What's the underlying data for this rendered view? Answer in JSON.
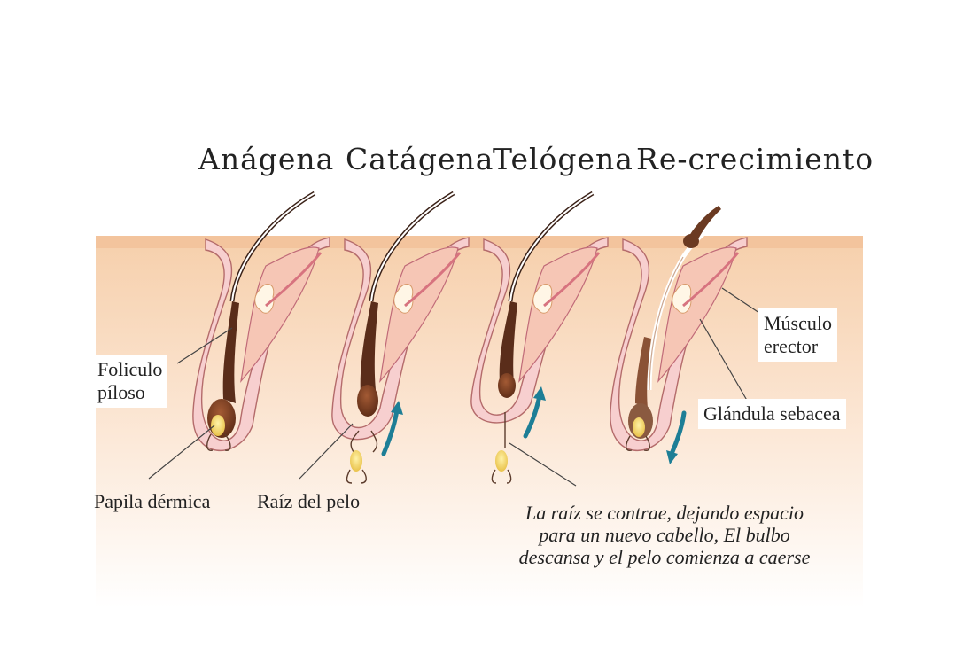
{
  "stages": [
    "Anágena",
    "Catágena",
    "Telógena",
    "Re-crecimiento"
  ],
  "labels": {
    "foliculo": [
      "Foliculo",
      "píloso"
    ],
    "papila": "Papila dérmica",
    "raiz": "Raíz del pelo",
    "musculo": [
      "Músculo",
      "erector"
    ],
    "glandula": "Glándula sebacea"
  },
  "caption": [
    "La raíz se contrae, dejando espacio",
    "para un nuevo cabello, El bulbo",
    "descansa y el pelo comienza a caerse"
  ],
  "colors": {
    "skin": "#f8d9bd",
    "follicle": "#f5c9c7",
    "hair": "#6b3a22",
    "arrow": "#1d7e96"
  }
}
